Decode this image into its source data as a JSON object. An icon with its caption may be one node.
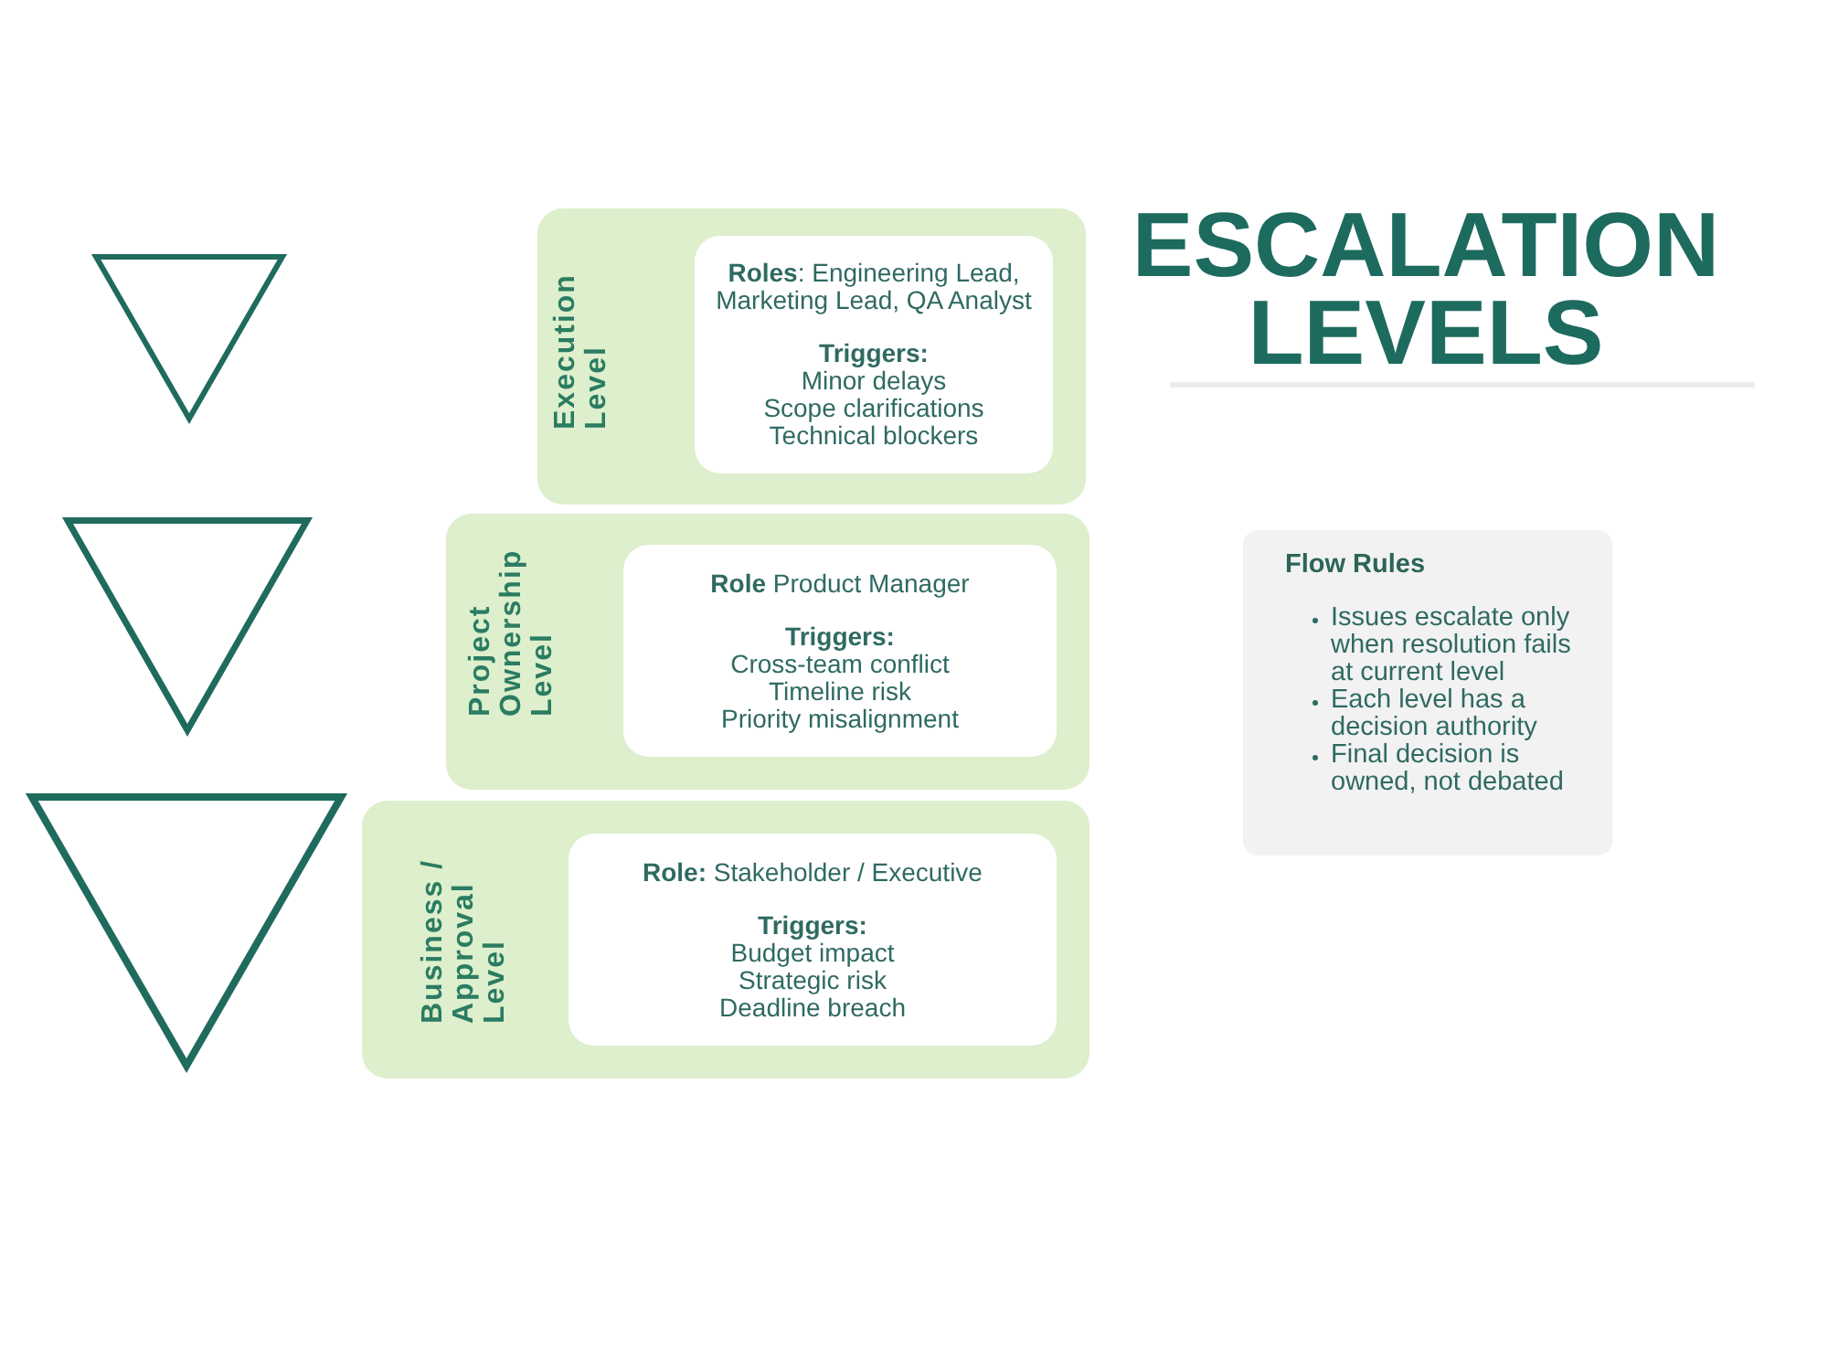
{
  "diagram": {
    "title": "ESCALATION LEVELS",
    "nodes": [
      {
        "text": [
          "Execution Level"
        ]
      },
      {
        "text": [
          "**Roles**: Engineering Lead, Marketing Lead, QA Analyst",
          "Triggers:",
          "Minor delays",
          "Scope clarifications",
          "Technical blockers"
        ],
        "in": 0
      },
      {
        "text": [
          "Project Ownership Level"
        ]
      },
      {
        "text": [
          "**Role** Product Manager",
          "Triggers:",
          "Cross-team conflict",
          "Timeline risk",
          "Priority misalignment"
        ],
        "in": 2
      },
      {
        "text": [
          "Business / Approval Level"
        ]
      },
      {
        "text": [
          "**Role:** Stakeholder / Executive",
          "Triggers:",
          "Budget impact",
          "Strategic risk",
          "Deadline breach"
        ],
        "in": 4
      },
      {
        "text": [
          "Flow Rules",
          "Issues escalate only when resolution fails at current level",
          "Each level has a decision authority",
          "Final decision is owned, not debated"
        ]
      }
    ]
  }
}
